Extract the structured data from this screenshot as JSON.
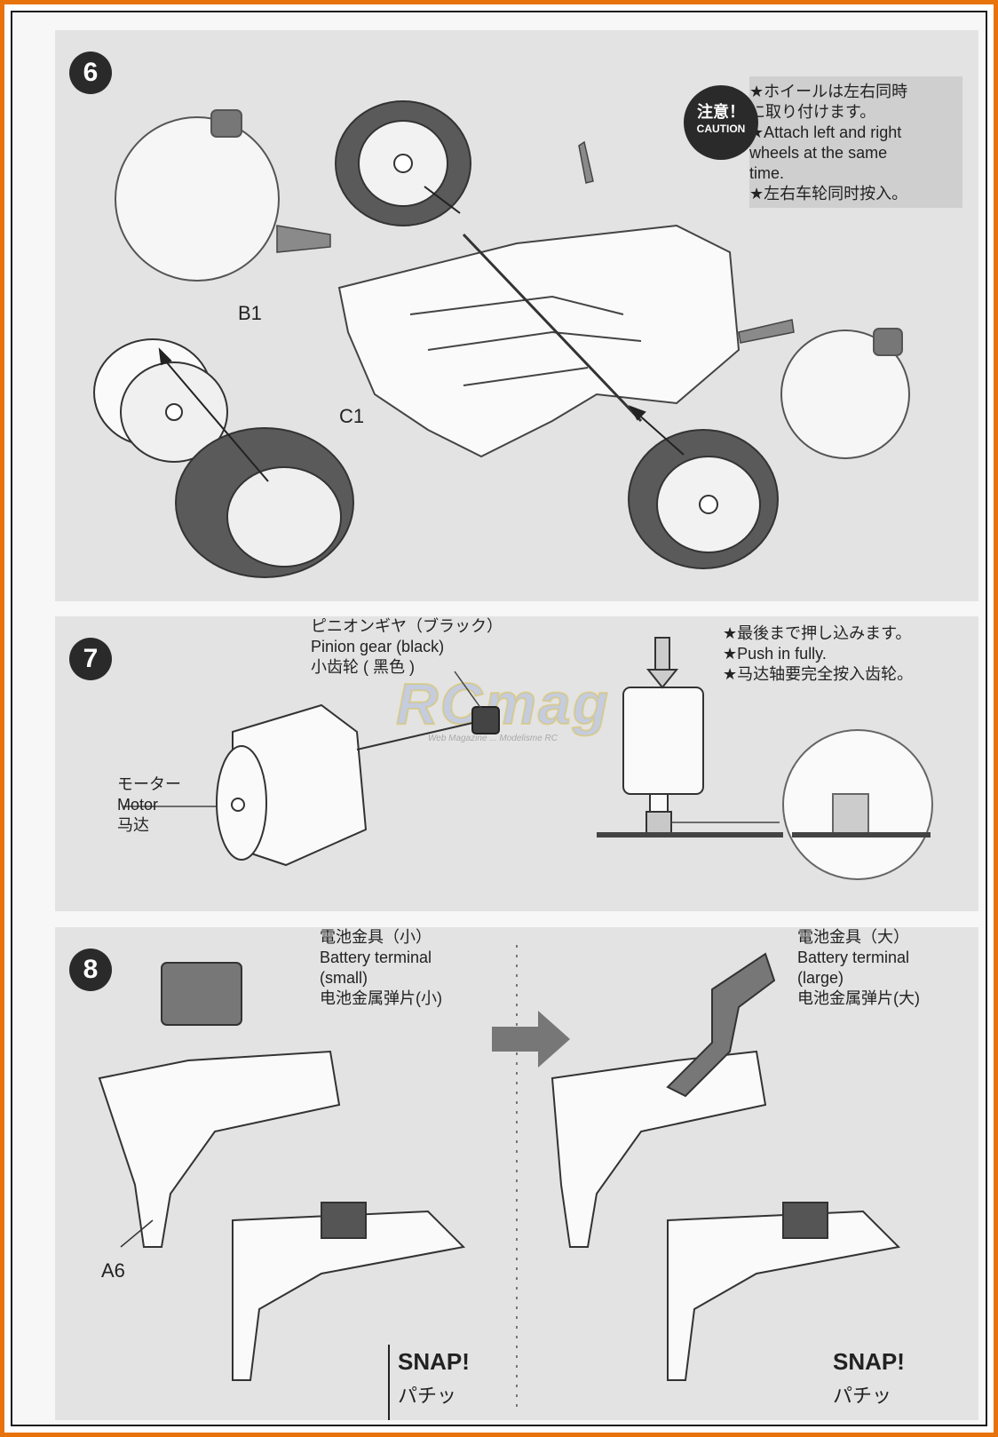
{
  "step6": {
    "number": "6",
    "parts": {
      "b1": "B1",
      "c1": "C1"
    },
    "caution": {
      "badge_jp": "注意！",
      "badge_en": "CAUTION",
      "lines": [
        "★ホイールは左右同時",
        "に取り付けます。",
        "★Attach left and right",
        "wheels at the same",
        "time.",
        "★左右车轮同时按入。"
      ]
    }
  },
  "step7": {
    "number": "7",
    "pinion": [
      "ピニオンギヤ（ブラック）",
      "Pinion gear (black)",
      "小齿轮 ( 黑色 )"
    ],
    "motor": [
      "モーター",
      "Motor",
      "马达"
    ],
    "note": [
      "★最後まで押し込みます。",
      "★Push in fully.",
      "★马达轴要完全按入齿轮。"
    ],
    "watermark": "RCmag",
    "watermark_sub": "Web Magazine ... Modelisme RC"
  },
  "step8": {
    "number": "8",
    "small_terminal": [
      "電池金具（小）",
      "Battery terminal",
      "(small)",
      "电池金属弹片(小)"
    ],
    "large_terminal": [
      "電池金具（大）",
      "Battery terminal",
      "(large)",
      "电池金属弹片(大)"
    ],
    "part": "A6",
    "snap": "SNAP!",
    "snap_jp": "パチッ"
  },
  "colors": {
    "border": "#e8730c",
    "panel": "#e3e3e3",
    "badge": "#2a2a2a",
    "tire": "#5a5a5a"
  }
}
